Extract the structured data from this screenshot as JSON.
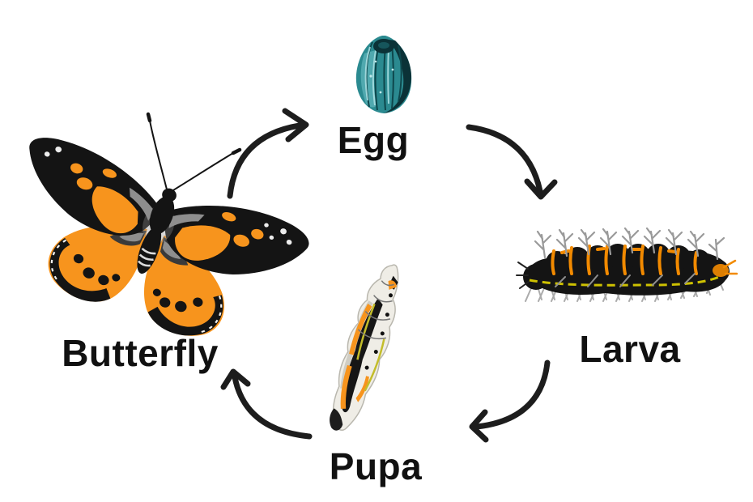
{
  "diagram": {
    "subject": "butterfly life cycle",
    "stages": [
      {
        "id": "egg",
        "label": "Egg"
      },
      {
        "id": "larva",
        "label": "Larva"
      },
      {
        "id": "pupa",
        "label": "Pupa"
      },
      {
        "id": "butterfly",
        "label": "Butterfly"
      }
    ],
    "arrows": [
      {
        "from": "Butterfly",
        "to": "Egg"
      },
      {
        "from": "Egg",
        "to": "Larva"
      },
      {
        "from": "Larva",
        "to": "Pupa"
      },
      {
        "from": "Pupa",
        "to": "Butterfly"
      }
    ],
    "colors": {
      "background": "#ffffff",
      "label_text": "#111111",
      "arrow": "#1d1d1d",
      "egg_teal": "#2b8a90",
      "egg_teal_dark": "#0b3237",
      "egg_teal_light": "#a8dfe2",
      "insect_black": "#141414",
      "insect_orange": "#f7941d",
      "insect_gray": "#8e8e8e",
      "larva_yellow": "#d8ca00",
      "pupa_cream": "#efede6"
    }
  }
}
